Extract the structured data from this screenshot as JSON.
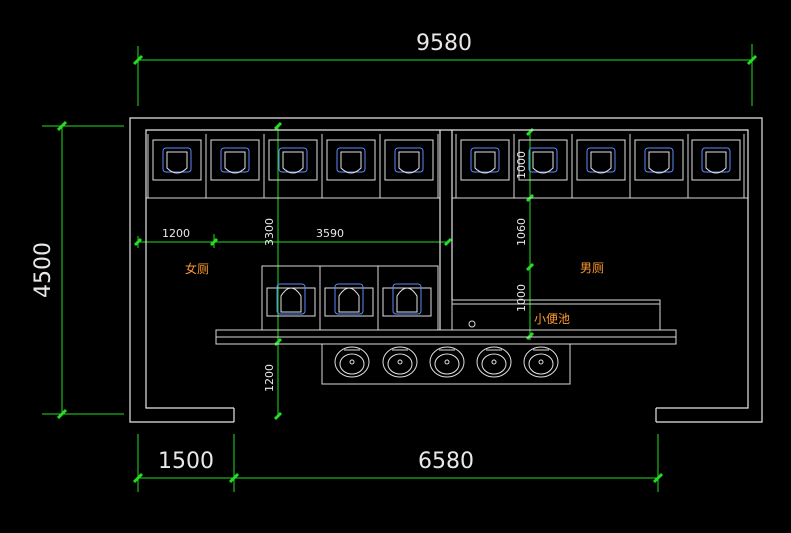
{
  "dimensions": {
    "overall_width": "9580",
    "overall_height": "4500",
    "bottom_left": "1500",
    "bottom_right": "6580",
    "inner_1200_h": "1200",
    "inner_3590": "3590",
    "inner_3300": "3300",
    "inner_1200_v": "1200",
    "inner_1000_top": "1000",
    "inner_1060": "1060",
    "inner_1000_bottom": "1000"
  },
  "rooms": {
    "female": "女厕",
    "male": "男厕",
    "urinal": "小便池"
  },
  "colors": {
    "background": "#000000",
    "dimension_line": "#22dd22",
    "wall": "#e6e6e6",
    "room_label": "#ff9a2e",
    "fixture_accent": "#5a8cff"
  }
}
